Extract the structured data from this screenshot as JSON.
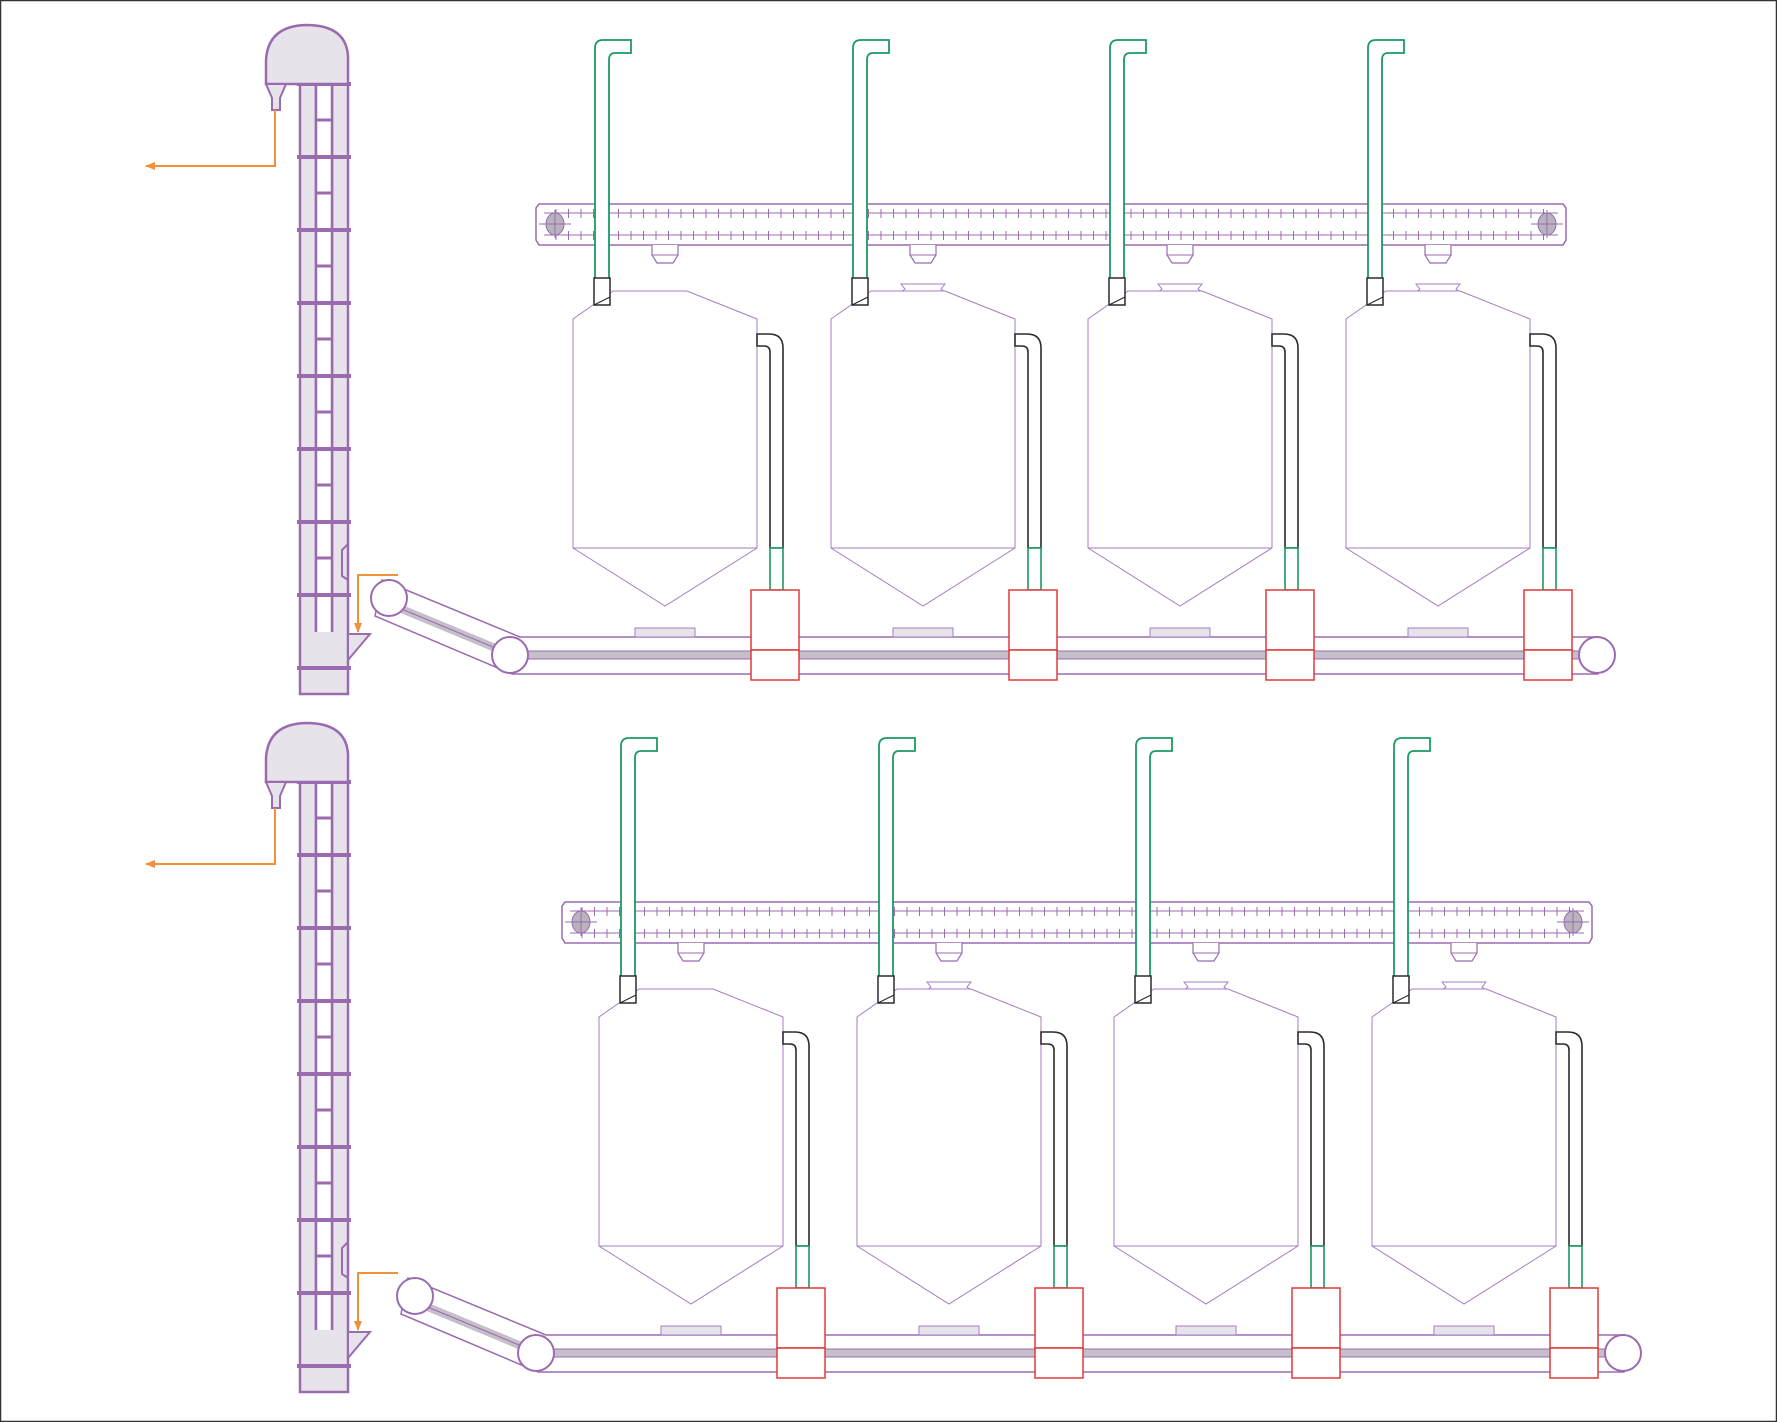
{
  "diagram": {
    "description_visible_text": "",
    "colors": {
      "frame": "#333333",
      "elevator_stroke": "#9b6bb0",
      "elevator_fill": "#e6e3ea",
      "conveyor_stroke": "#9b6bb0",
      "conveyor_belt": "#c4bfc9",
      "silo_stroke": "#a57cc3",
      "fill_pipe": "#1a9a63",
      "discharge_pipe": "#2b2b2b",
      "discharge_lower_pipe": "#1a9a63",
      "gate_box": "#e03a3a",
      "flow_arrow": "#f0913a",
      "screw_hub": "#b8b4bd"
    },
    "systems": [
      {
        "id": "system-top",
        "silo_count": 4
      },
      {
        "id": "system-bottom",
        "silo_count": 4
      }
    ]
  }
}
